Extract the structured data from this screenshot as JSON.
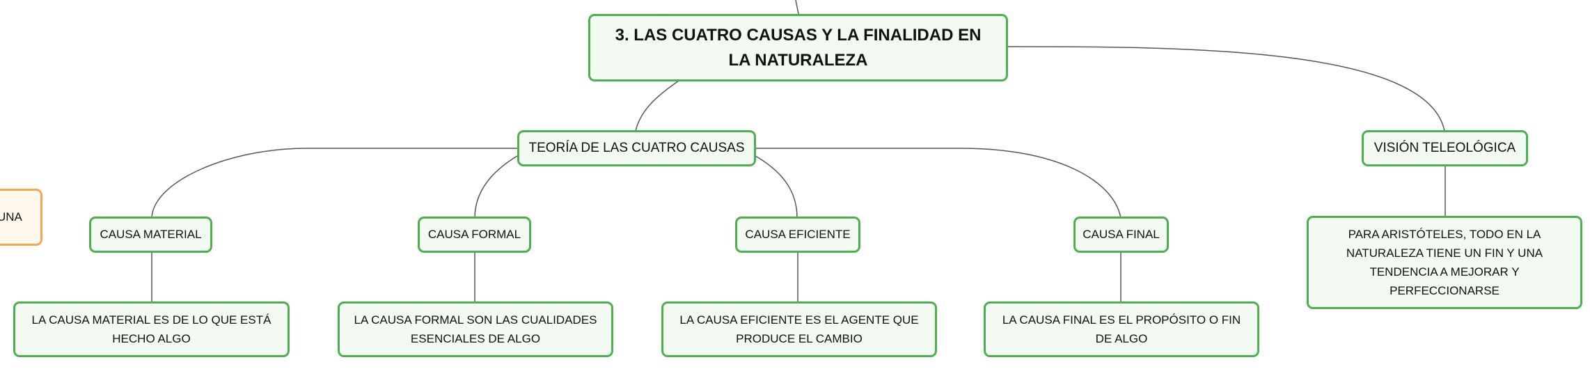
{
  "root": {
    "title": "3. LAS CUATRO CAUSAS Y LA FINALIDAD EN LA NATURALEZA"
  },
  "theory": {
    "title": "TEORÍA DE LAS CUATRO CAUSAS"
  },
  "teleology": {
    "title": "VISIÓN TELEOLÓGICA",
    "description": "PARA ARISTÓTELES, TODO EN LA NATURALEZA TIENE UN FIN Y UNA TENDENCIA A MEJORAR Y PERFECCIONARSE"
  },
  "causes": [
    {
      "title": "CAUSA MATERIAL",
      "description": "LA CAUSA MATERIAL ES DE LO QUE ESTÁ HECHO ALGO"
    },
    {
      "title": "CAUSA FORMAL",
      "description": "LA CAUSA FORMAL SON LAS CUALIDADES ESENCIALES DE ALGO"
    },
    {
      "title": "CAUSA EFICIENTE",
      "description": "LA CAUSA EFICIENTE ES EL AGENTE QUE PRODUCE EL CAMBIO"
    },
    {
      "title": "CAUSA FINAL",
      "description": "LA CAUSA FINAL ES EL PROPÓSITO O FIN DE ALGO"
    }
  ],
  "side_node": {
    "text": "UNA"
  },
  "colors": {
    "border": "#4caf50",
    "fill": "#f2faf2",
    "side_border": "#f4a94e",
    "side_fill": "#fff6ec",
    "line": "#555555"
  }
}
